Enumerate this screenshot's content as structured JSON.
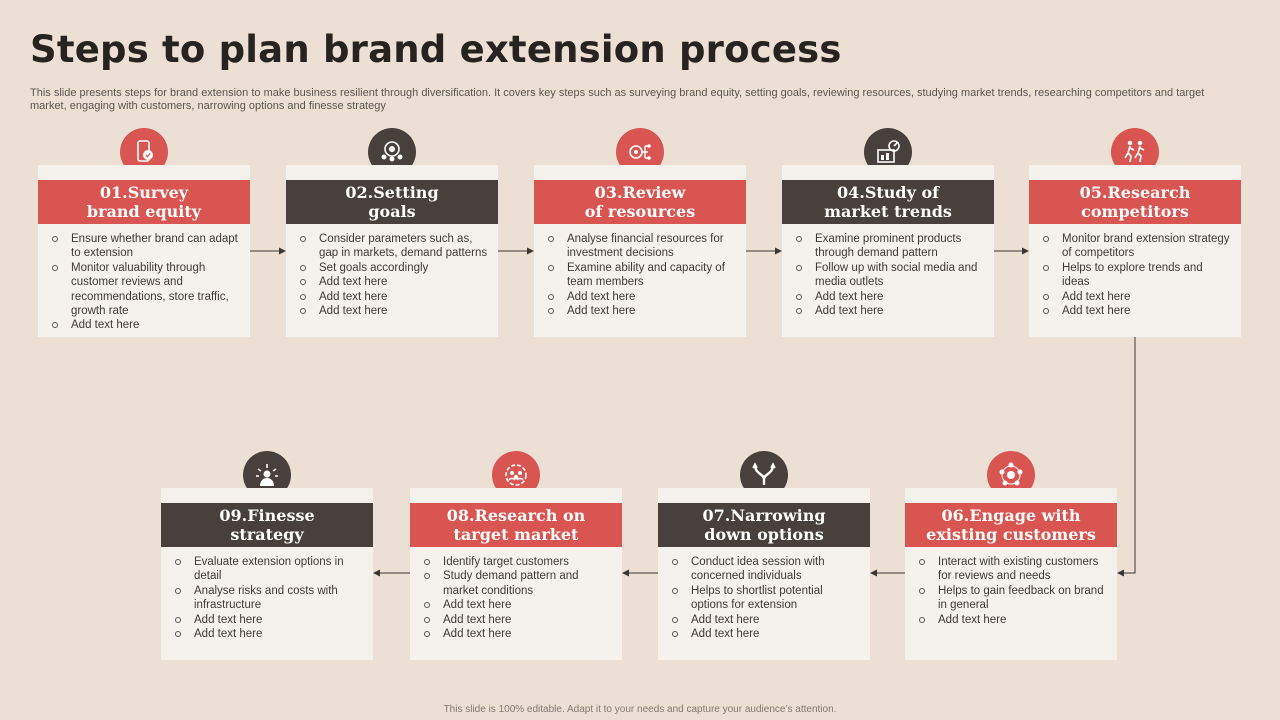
{
  "title": "Steps to plan brand extension process",
  "subtitle": "This slide presents steps for brand extension to make business resilient through diversification. It covers key steps such as surveying brand equity, setting goals, reviewing resources, studying market trends, researching competitors and target market, engaging with customers, narrowing options and finesse strategy",
  "footer": "This slide is 100% editable. Adapt it to your needs and capture your audience’s attention.",
  "colors": {
    "red": "#d85552",
    "dark": "#47403d",
    "card": "#f5f1ec",
    "background": "#ece0d5"
  },
  "steps": [
    {
      "heading": "01.Survey\nbrand equity",
      "theme": "red",
      "icon": "survey-phone-icon",
      "bullets": [
        "Ensure whether brand can adapt to extension",
        "Monitor valuability through customer reviews and recommendations, store traffic, growth rate",
        "Add text here"
      ]
    },
    {
      "heading": "02.Setting\ngoals",
      "theme": "dark",
      "icon": "team-target-icon",
      "bullets": [
        "Consider parameters such as, gap in markets, demand patterns",
        "Set goals accordingly",
        "Add text here",
        "Add text here",
        "Add text here"
      ]
    },
    {
      "heading": "03.Review\nof resources",
      "theme": "red",
      "icon": "resources-network-icon",
      "bullets": [
        "Analyse financial resources for investment decisions",
        "Examine ability and capacity of team members",
        "Add text here",
        "Add text here"
      ]
    },
    {
      "heading": "04.Study of\nmarket trends",
      "theme": "dark",
      "icon": "market-chart-icon",
      "bullets": [
        "Examine prominent products through demand pattern",
        "Follow up with social media and media outlets",
        "Add text here",
        "Add text here"
      ]
    },
    {
      "heading": "05.Research\ncompetitors",
      "theme": "red",
      "icon": "competitors-race-icon",
      "bullets": [
        "Monitor brand extension strategy of competitors",
        "Helps to explore trends and ideas",
        "Add text here",
        "Add text here"
      ]
    },
    {
      "heading": "06.Engage with\nexisting customers",
      "theme": "red",
      "icon": "customers-circle-icon",
      "bullets": [
        "Interact with existing customers for reviews and needs",
        "Helps to gain feedback on brand in general",
        "Add text here"
      ]
    },
    {
      "heading": "07.Narrowing\ndown options",
      "theme": "dark",
      "icon": "merge-arrows-icon",
      "bullets": [
        "Conduct idea session with concerned individuals",
        "Helps to shortlist potential options for extension",
        "Add text here",
        "Add text here"
      ]
    },
    {
      "heading": "08.Research on\ntarget market",
      "theme": "red",
      "icon": "target-audience-icon",
      "bullets": [
        "Identify target customers",
        "Study demand pattern and market conditions",
        "Add text here",
        "Add text here",
        "Add text here"
      ]
    },
    {
      "heading": "09.Finesse\nstrategy",
      "theme": "dark",
      "icon": "strategy-person-icon",
      "bullets": [
        "Evaluate extension options in detail",
        "Analyse risks and costs with infrastructure",
        "Add text here",
        "Add text here"
      ]
    }
  ]
}
